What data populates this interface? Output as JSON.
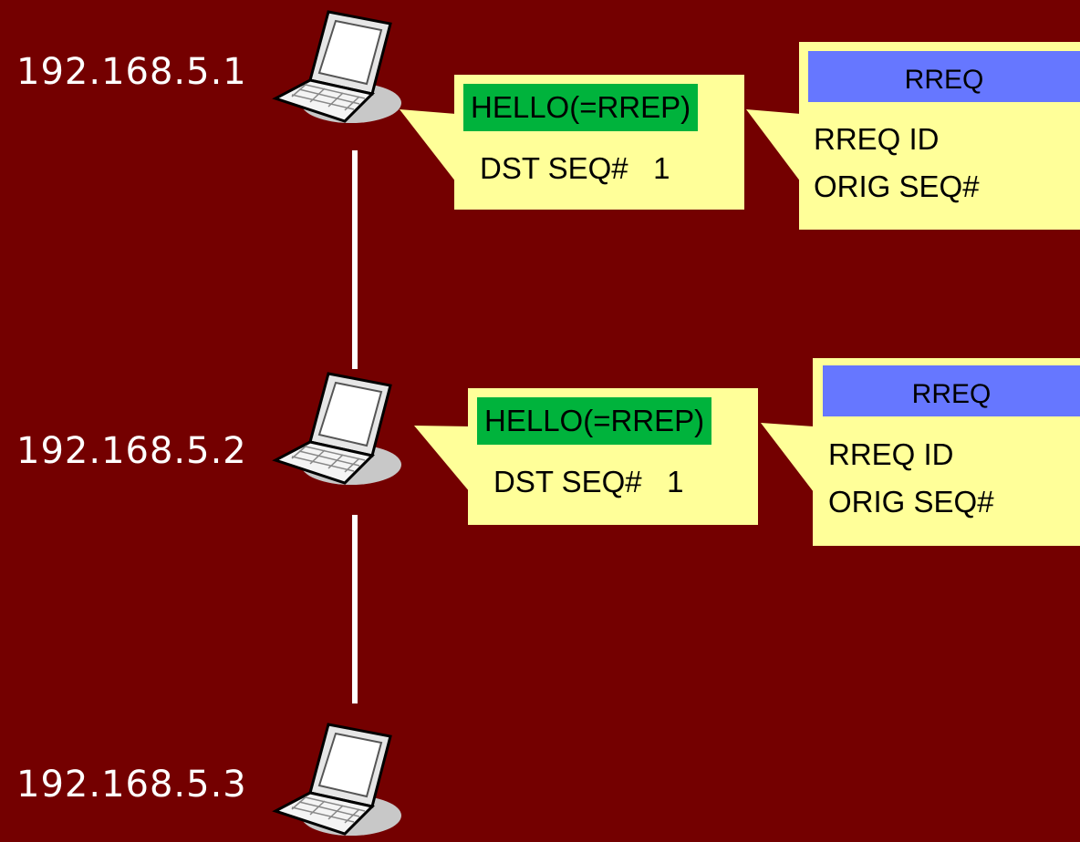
{
  "nodes": [
    {
      "ip": "192.168.5.1"
    },
    {
      "ip": "192.168.5.2"
    },
    {
      "ip": "192.168.5.3"
    }
  ],
  "hello_callouts": [
    {
      "header": "HELLO(=RREP)",
      "dst_seq": "DST SEQ#   1"
    },
    {
      "header": "HELLO(=RREP)",
      "dst_seq": "DST SEQ#   1"
    }
  ],
  "rreq_callouts": [
    {
      "header": "RREQ",
      "line1": "RREQ ID",
      "line2": "ORIG SEQ#"
    },
    {
      "header": "RREQ",
      "line1": "RREQ ID",
      "line2": "ORIG SEQ#"
    }
  ],
  "colors": {
    "background": "#740000",
    "callout_fill": "#ffff99",
    "hello_header": "#00b33c",
    "rreq_header": "#6677ff"
  },
  "icons": [
    "laptop-icon"
  ]
}
